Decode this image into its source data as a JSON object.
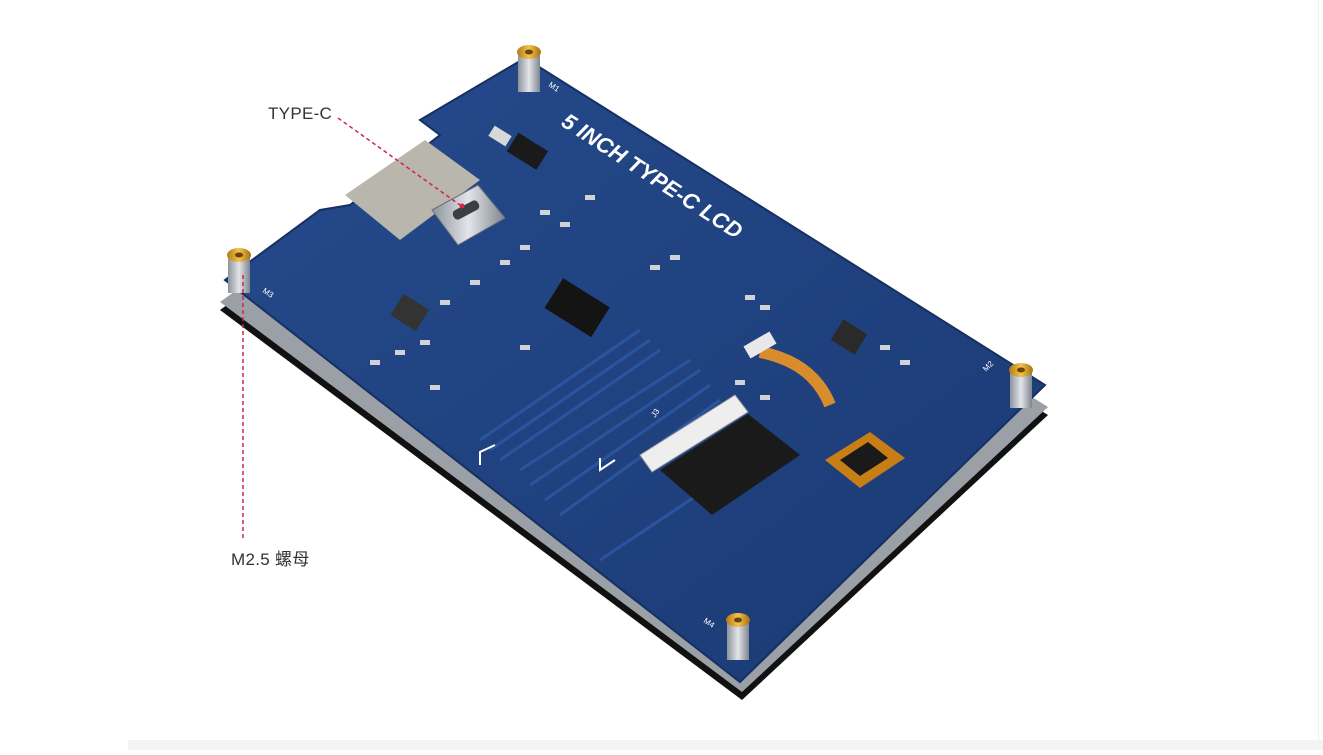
{
  "callouts": {
    "typec": "TYPE-C",
    "nut": "M2.5 螺母"
  },
  "board": {
    "title": "5 INCH TYPE-C LCD",
    "mount_labels": [
      "M1",
      "M2",
      "M3",
      "M4"
    ],
    "connector_label": "J3",
    "colors": {
      "pcb": "#1f3f7a",
      "pcb_edge": "#16305e",
      "standoff": "#d4a22a",
      "usb": "#c9ccd1",
      "flex": "#d98c2b",
      "callout_line": "#d2264a"
    }
  }
}
